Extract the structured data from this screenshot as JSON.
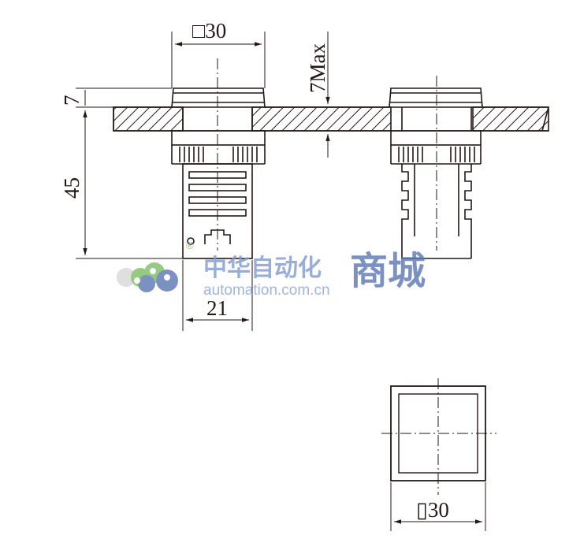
{
  "dimensions": {
    "width_top": "□30",
    "max_thickness": "7Max",
    "flange": "7",
    "height": "45",
    "body_width": "21",
    "cutout_width": "▯30"
  },
  "watermark": {
    "brand_cn": "中华自动化",
    "mall_cn": "商城",
    "url": "automation.com.cn",
    "registered": "®"
  },
  "colors": {
    "line": "#231815",
    "watermark_blue": "#5a76b4",
    "watermark_green": "#7bbd62"
  }
}
